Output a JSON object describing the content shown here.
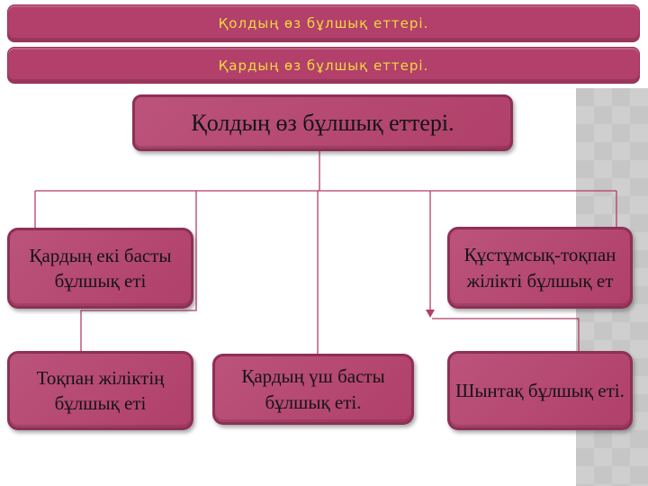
{
  "banners": [
    {
      "label": "Қолдың өз бұлшық еттері."
    },
    {
      "label": "Қардың өз бұлшық еттері."
    }
  ],
  "diagram": {
    "root": {
      "label": "Қолдың өз бұлшық еттері."
    },
    "nodes": [
      {
        "id": "biceps",
        "label": "Қардың екі басты бұлшық еті"
      },
      {
        "id": "coraco",
        "label": "Құстұмсық-тоқпан жілікті бұлшық ет"
      },
      {
        "id": "brachialis",
        "label": "Тоқпан жіліктің бұлшық еті"
      },
      {
        "id": "triceps",
        "label": "Қардың үш басты бұлшық еті."
      },
      {
        "id": "anconeus",
        "label": "Шынтақ бұлшық еті."
      }
    ]
  },
  "colors": {
    "node_fill": "#b04069",
    "node_border": "#8e2f56",
    "banner_fill": "#b2406b",
    "banner_text": "#f2d83c",
    "connector": "#b23e6a",
    "decor_strip": "#c6c6c6",
    "background": "#ffffff"
  }
}
